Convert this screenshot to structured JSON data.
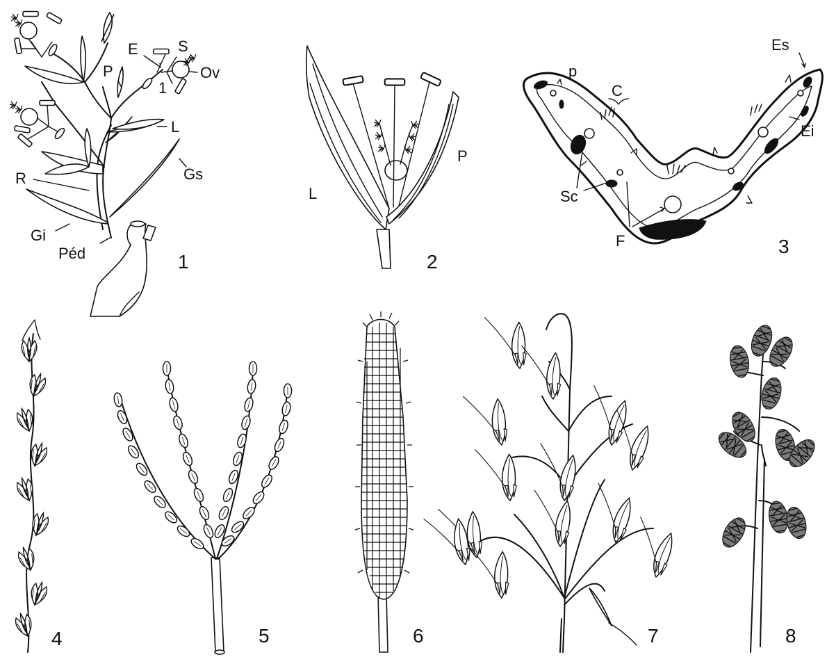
{
  "figures": [
    {
      "number": "1",
      "labels": [
        "E",
        "S",
        "Ov",
        "P",
        "L",
        "Gs",
        "R",
        "Gi",
        "Péd",
        "1"
      ]
    },
    {
      "number": "2",
      "labels": [
        "L",
        "P"
      ]
    },
    {
      "number": "3",
      "labels": [
        "p",
        "C",
        "Es",
        "Ei",
        "Sc",
        "F"
      ]
    },
    {
      "number": "4",
      "labels": []
    },
    {
      "number": "5",
      "labels": []
    },
    {
      "number": "6",
      "labels": []
    },
    {
      "number": "7",
      "labels": []
    },
    {
      "number": "8",
      "labels": []
    }
  ],
  "style": {
    "ink": "#111111",
    "paper": "#ffffff"
  }
}
